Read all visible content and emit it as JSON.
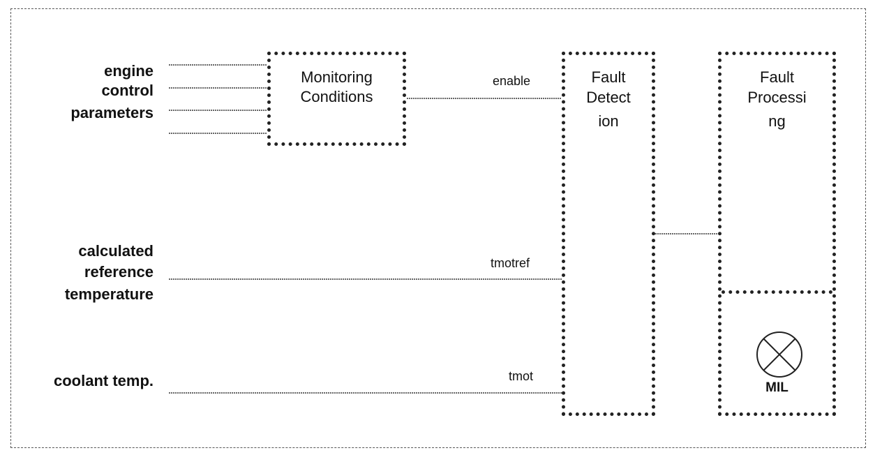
{
  "inputs": {
    "engine_control": [
      "engine",
      "control",
      "parameters"
    ],
    "reference_temp": [
      "calculated",
      "reference",
      "temperature"
    ],
    "coolant_temp": "coolant temp."
  },
  "signals": {
    "enable": "enable",
    "tmotref": "tmotref",
    "tmot": "tmot"
  },
  "blocks": {
    "monitoring": [
      "Monitoring",
      "Conditions"
    ],
    "fault_detection": [
      "Fault",
      "Detect",
      "ion"
    ],
    "fault_processing": [
      "Fault",
      "Processi",
      "ng"
    ],
    "mil_label": "MIL"
  },
  "icons": {
    "mil_lamp": "lamp-icon"
  }
}
